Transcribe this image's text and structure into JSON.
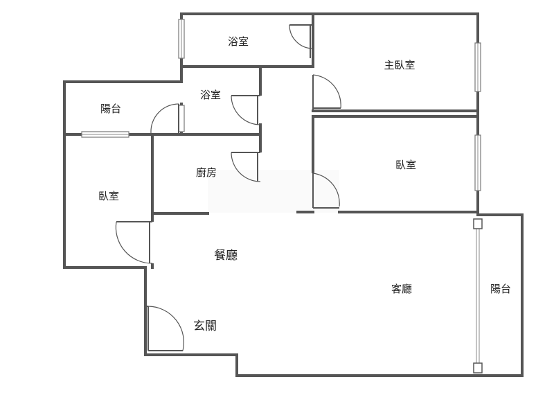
{
  "rooms": {
    "bath_top": "浴室",
    "master_bedroom": "主臥室",
    "bath_inner": "浴室",
    "balcony_left": "陽台",
    "kitchen": "廚房",
    "bedroom_left": "臥室",
    "bedroom_right": "臥室",
    "dining": "餐廳",
    "living": "客廳",
    "balcony_right": "陽台",
    "entrance": "玄關"
  }
}
